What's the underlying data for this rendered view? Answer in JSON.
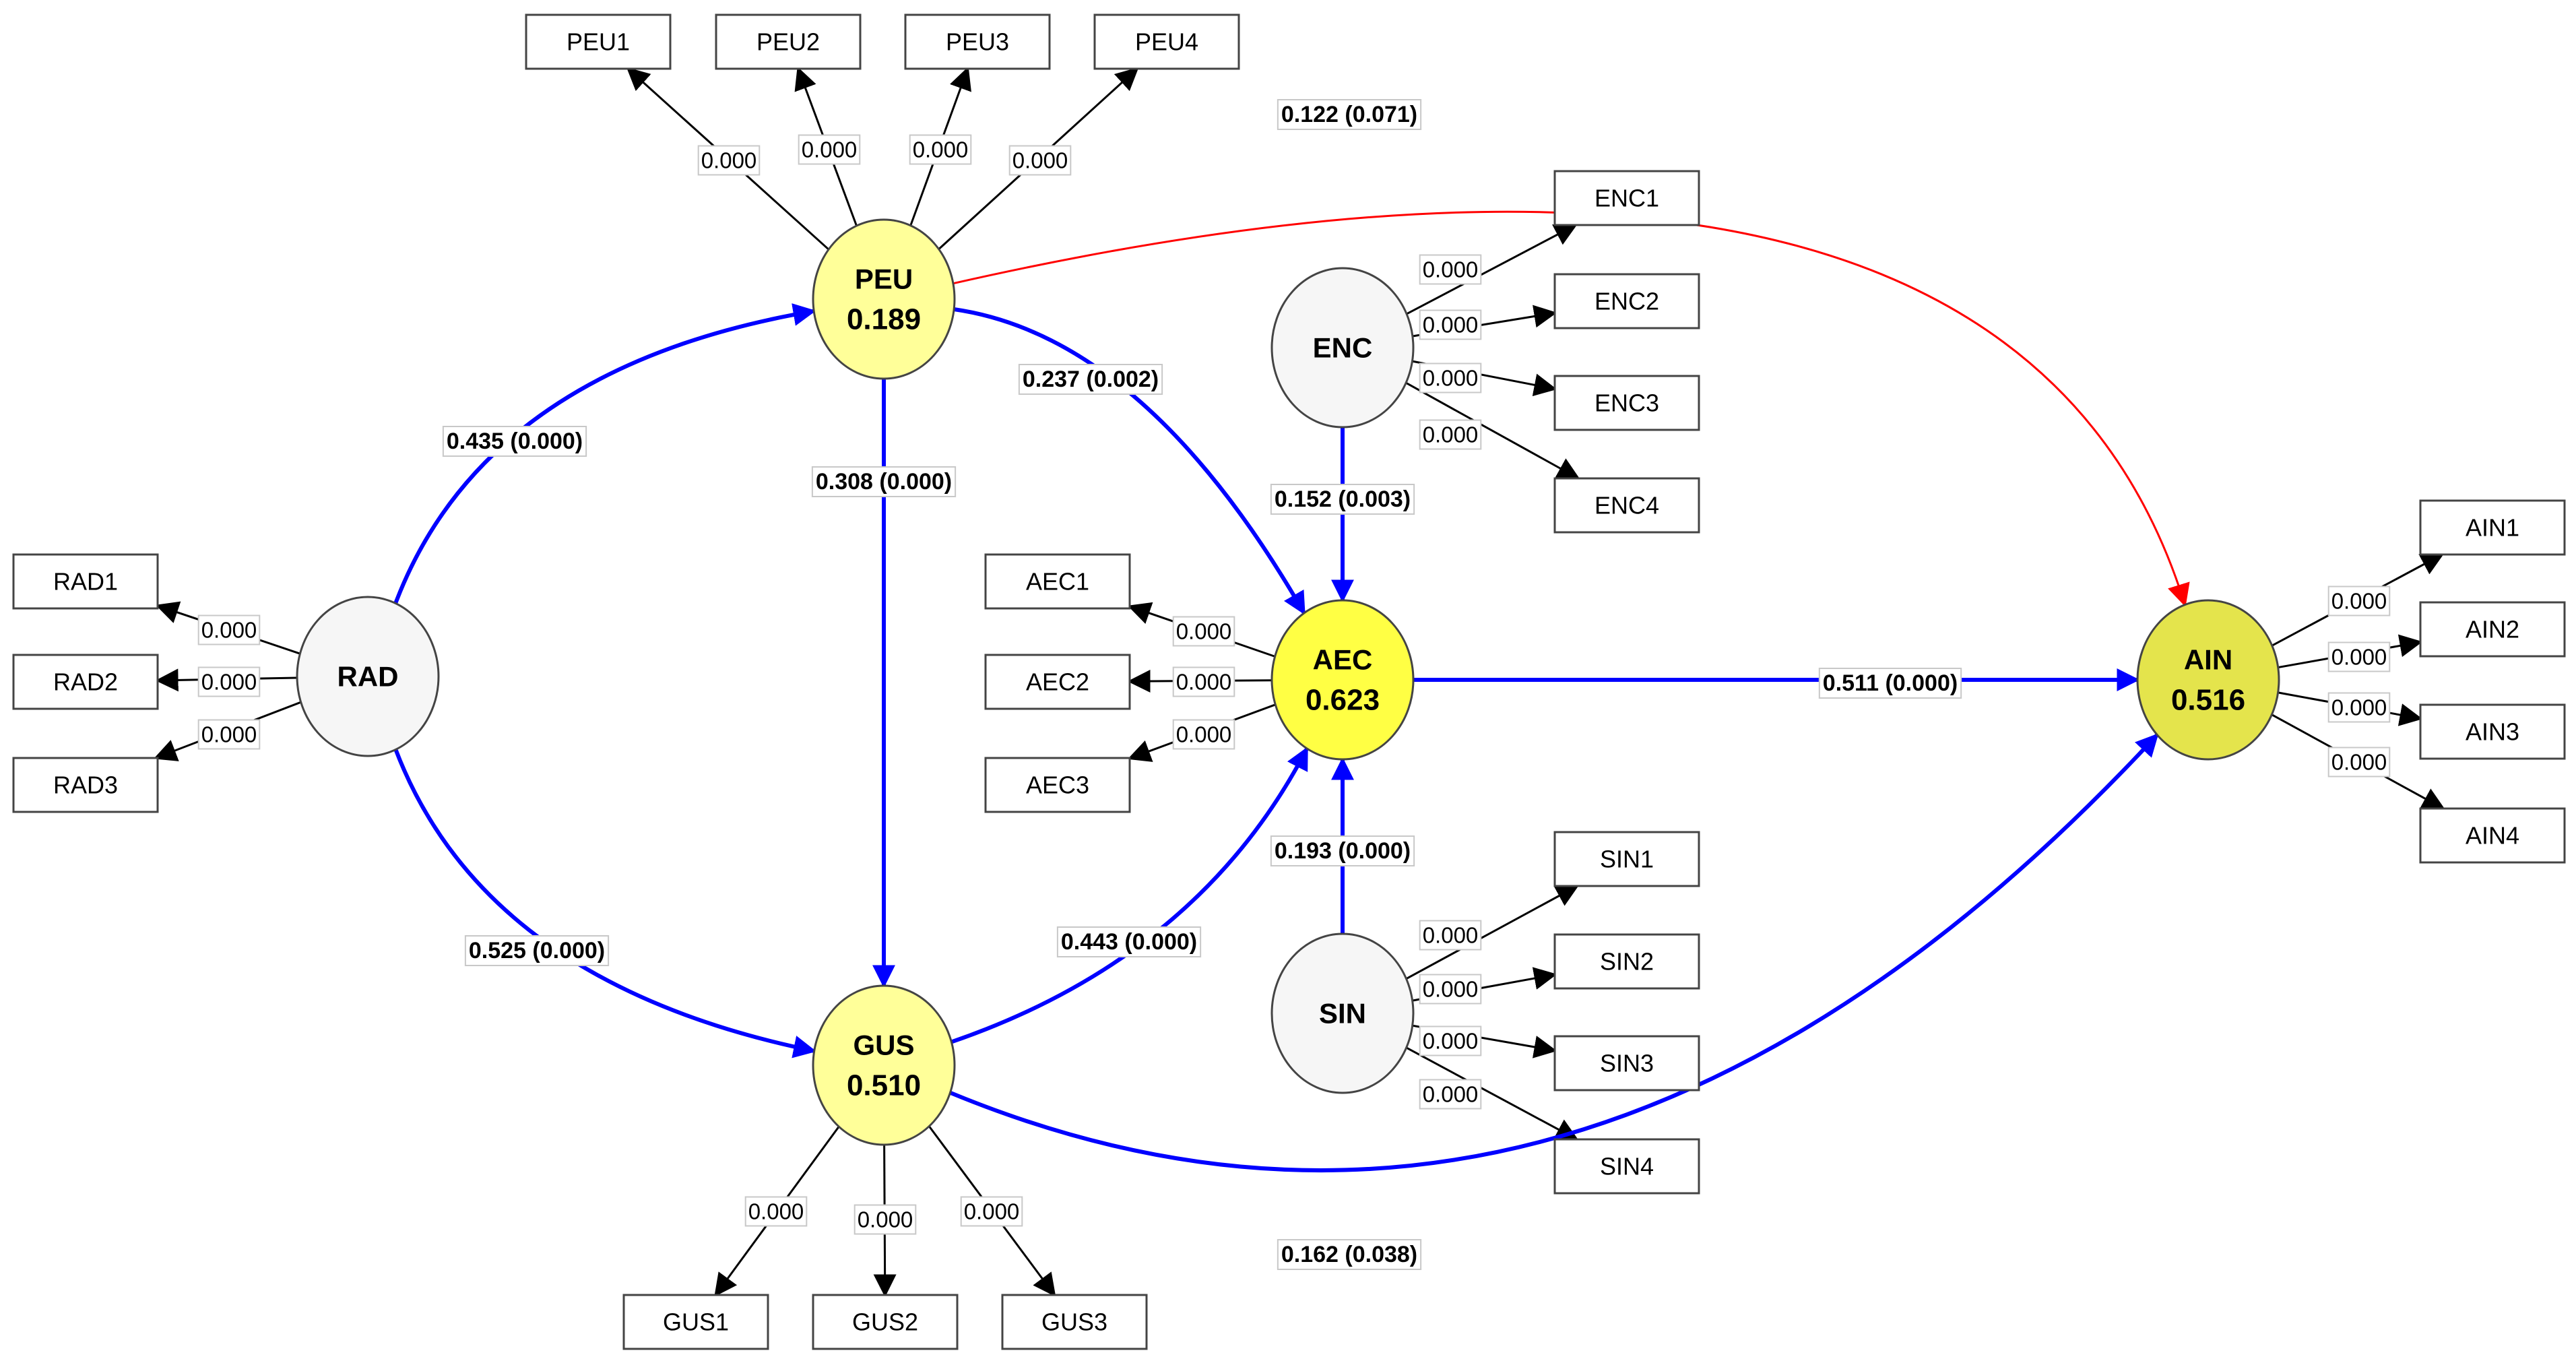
{
  "latent_variables": [
    {
      "id": "PEU",
      "name": "PEU",
      "r2": "0.189",
      "fill": "#ffff99"
    },
    {
      "id": "RAD",
      "name": "RAD",
      "r2": "",
      "fill": "#f6f6f6"
    },
    {
      "id": "GUS",
      "name": "GUS",
      "r2": "0.510",
      "fill": "#ffff99"
    },
    {
      "id": "ENC",
      "name": "ENC",
      "r2": "",
      "fill": "#f6f6f6"
    },
    {
      "id": "AEC",
      "name": "AEC",
      "r2": "0.623",
      "fill": "#ffff44"
    },
    {
      "id": "SIN",
      "name": "SIN",
      "r2": "",
      "fill": "#f6f6f6"
    },
    {
      "id": "AIN",
      "name": "AIN",
      "r2": "0.516",
      "fill": "#e4e44c"
    }
  ],
  "indicators": [
    {
      "lv": "PEU",
      "items": [
        {
          "name": "PEU1",
          "loading": "0.000"
        },
        {
          "name": "PEU2",
          "loading": "0.000"
        },
        {
          "name": "PEU3",
          "loading": "0.000"
        },
        {
          "name": "PEU4",
          "loading": "0.000"
        }
      ]
    },
    {
      "lv": "RAD",
      "items": [
        {
          "name": "RAD1",
          "loading": "0.000"
        },
        {
          "name": "RAD2",
          "loading": "0.000"
        },
        {
          "name": "RAD3",
          "loading": "0.000"
        }
      ]
    },
    {
      "lv": "GUS",
      "items": [
        {
          "name": "GUS1",
          "loading": "0.000"
        },
        {
          "name": "GUS2",
          "loading": "0.000"
        },
        {
          "name": "GUS3",
          "loading": "0.000"
        }
      ]
    },
    {
      "lv": "ENC",
      "items": [
        {
          "name": "ENC1",
          "loading": "0.000"
        },
        {
          "name": "ENC2",
          "loading": "0.000"
        },
        {
          "name": "ENC3",
          "loading": "0.000"
        },
        {
          "name": "ENC4",
          "loading": "0.000"
        }
      ]
    },
    {
      "lv": "AEC",
      "items": [
        {
          "name": "AEC1",
          "loading": "0.000"
        },
        {
          "name": "AEC2",
          "loading": "0.000"
        },
        {
          "name": "AEC3",
          "loading": "0.000"
        }
      ]
    },
    {
      "lv": "SIN",
      "items": [
        {
          "name": "SIN1",
          "loading": "0.000"
        },
        {
          "name": "SIN2",
          "loading": "0.000"
        },
        {
          "name": "SIN3",
          "loading": "0.000"
        },
        {
          "name": "SIN4",
          "loading": "0.000"
        }
      ]
    },
    {
      "lv": "AIN",
      "items": [
        {
          "name": "AIN1",
          "loading": "0.000"
        },
        {
          "name": "AIN2",
          "loading": "0.000"
        },
        {
          "name": "AIN3",
          "loading": "0.000"
        },
        {
          "name": "AIN4",
          "loading": "0.000"
        }
      ]
    }
  ],
  "paths": [
    {
      "from": "RAD",
      "to": "PEU",
      "label": "0.435 (0.000)",
      "color": "#0000ff"
    },
    {
      "from": "RAD",
      "to": "GUS",
      "label": "0.525 (0.000)",
      "color": "#0000ff"
    },
    {
      "from": "PEU",
      "to": "GUS",
      "label": "0.308 (0.000)",
      "color": "#0000ff"
    },
    {
      "from": "PEU",
      "to": "AEC",
      "label": "0.237 (0.002)",
      "color": "#0000ff"
    },
    {
      "from": "PEU",
      "to": "AIN",
      "label": "0.122 (0.071)",
      "color": "#ff0000"
    },
    {
      "from": "ENC",
      "to": "AEC",
      "label": "0.152 (0.003)",
      "color": "#0000ff"
    },
    {
      "from": "GUS",
      "to": "AEC",
      "label": "0.443 (0.000)",
      "color": "#0000ff"
    },
    {
      "from": "SIN",
      "to": "AEC",
      "label": "0.193 (0.000)",
      "color": "#0000ff"
    },
    {
      "from": "AEC",
      "to": "AIN",
      "label": "0.511 (0.000)",
      "color": "#0000ff"
    },
    {
      "from": "GUS",
      "to": "AIN",
      "label": "0.162 (0.038)",
      "color": "#0000ff"
    }
  ]
}
